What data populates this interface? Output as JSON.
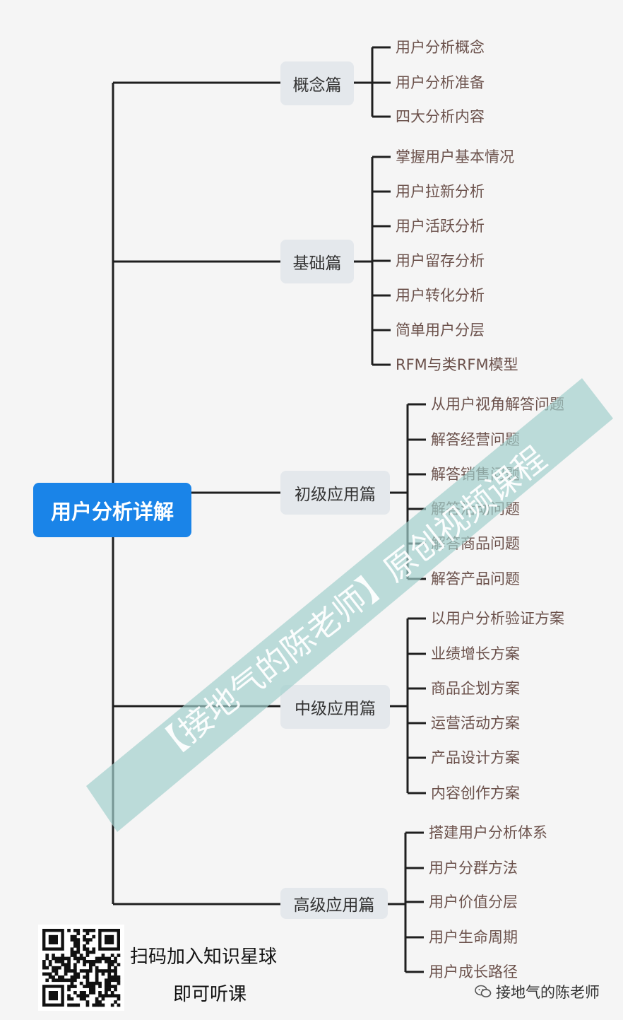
{
  "root": {
    "label": "用户分析详解"
  },
  "branches": [
    {
      "label": "概念篇",
      "leaves": [
        "用户分析概念",
        "用户分析准备",
        "四大分析内容"
      ]
    },
    {
      "label": "基础篇",
      "leaves": [
        "掌握用户基本情况",
        "用户拉新分析",
        "用户活跃分析",
        "用户留存分析",
        "用户转化分析",
        "简单用户分层",
        "RFM与类RFM模型"
      ]
    },
    {
      "label": "初级应用篇",
      "leaves": [
        "从用户视角解答问题",
        "解答经营问题",
        "解答销售问题",
        "解答活动问题",
        "解答商品问题",
        "解答产品问题"
      ]
    },
    {
      "label": "中级应用篇",
      "leaves": [
        "以用户分析验证方案",
        "业绩增长方案",
        "商品企划方案",
        "运营活动方案",
        "产品设计方案",
        "内容创作方案"
      ]
    },
    {
      "label": "高级应用篇",
      "leaves": [
        "搭建用户分析体系",
        "用户分群方法",
        "用户价值分层",
        "用户生命周期",
        "用户成长路径"
      ]
    }
  ],
  "watermark": {
    "text": "【接地气的陈老师】原创视频课程"
  },
  "footer": {
    "qr_caption_line1": "扫码加入知识星球",
    "qr_caption_line2": "即可听课",
    "account_name": "接地气的陈老师"
  },
  "colors": {
    "root_bg": "#1a84e8",
    "branch_bg": "#e4e8ec",
    "line": "#1f1f1f",
    "leaf_text": "#6b514b",
    "watermark": "#9fcfcb"
  }
}
